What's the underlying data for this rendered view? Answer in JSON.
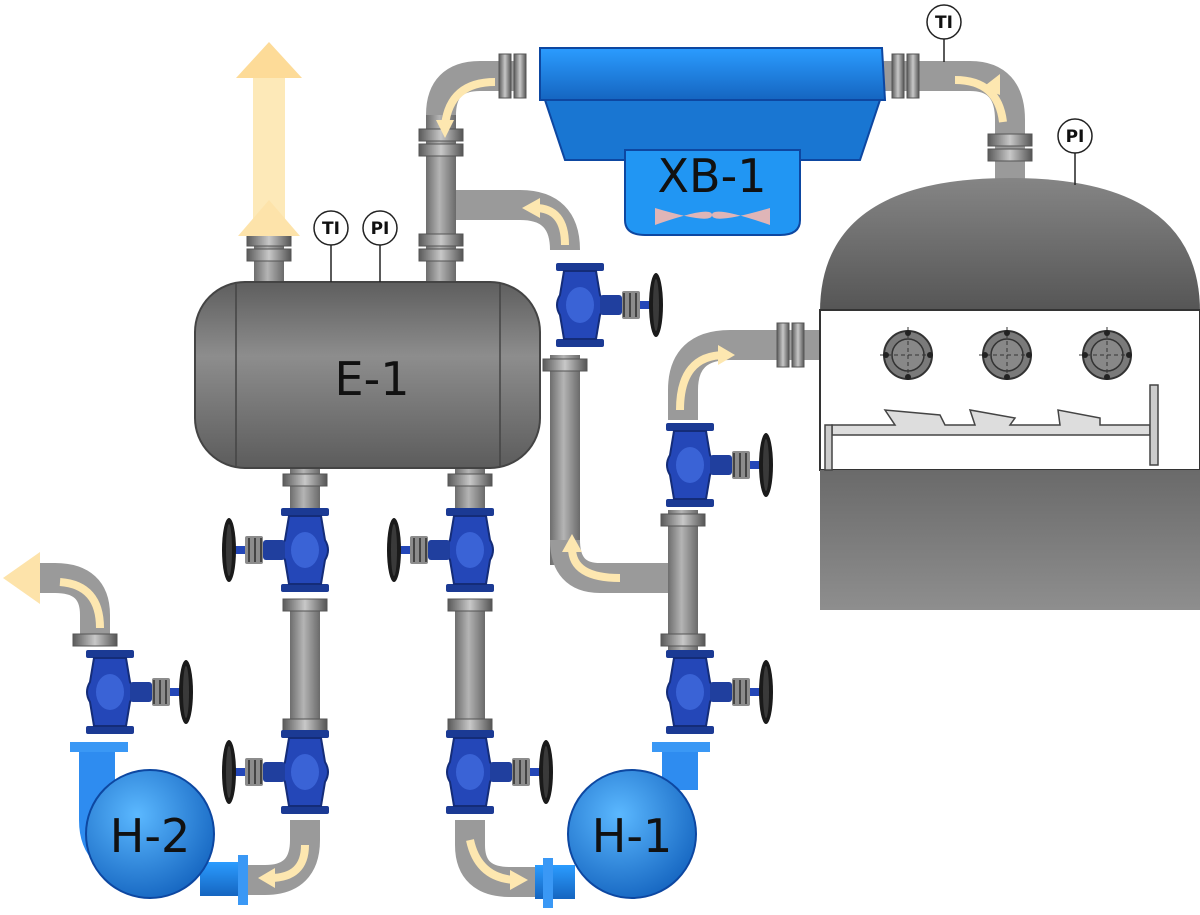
{
  "equipment": {
    "separator": "E-1",
    "air_cooler": "ХВ-1",
    "pump_1": "Н-1",
    "pump_2": "Н-2",
    "column": ""
  },
  "instruments": {
    "ti_separator": "TI",
    "pi_separator": "PI",
    "ti_cooler_outlet": "TI",
    "pi_column": "PI"
  },
  "colors": {
    "pipe": "#8a8a8a",
    "vessel": "#777777",
    "blue_equipment": "#1e88e5",
    "valve": "#1f3fa0",
    "flow_arrow": "#fde7b0"
  },
  "icons": {
    "valve": "gate-valve-icon",
    "handwheel": "handwheel-icon",
    "flow": "flow-arrow-icon",
    "fan": "fan-icon",
    "manhole": "manhole-icon",
    "tray": "column-tray-icon"
  }
}
